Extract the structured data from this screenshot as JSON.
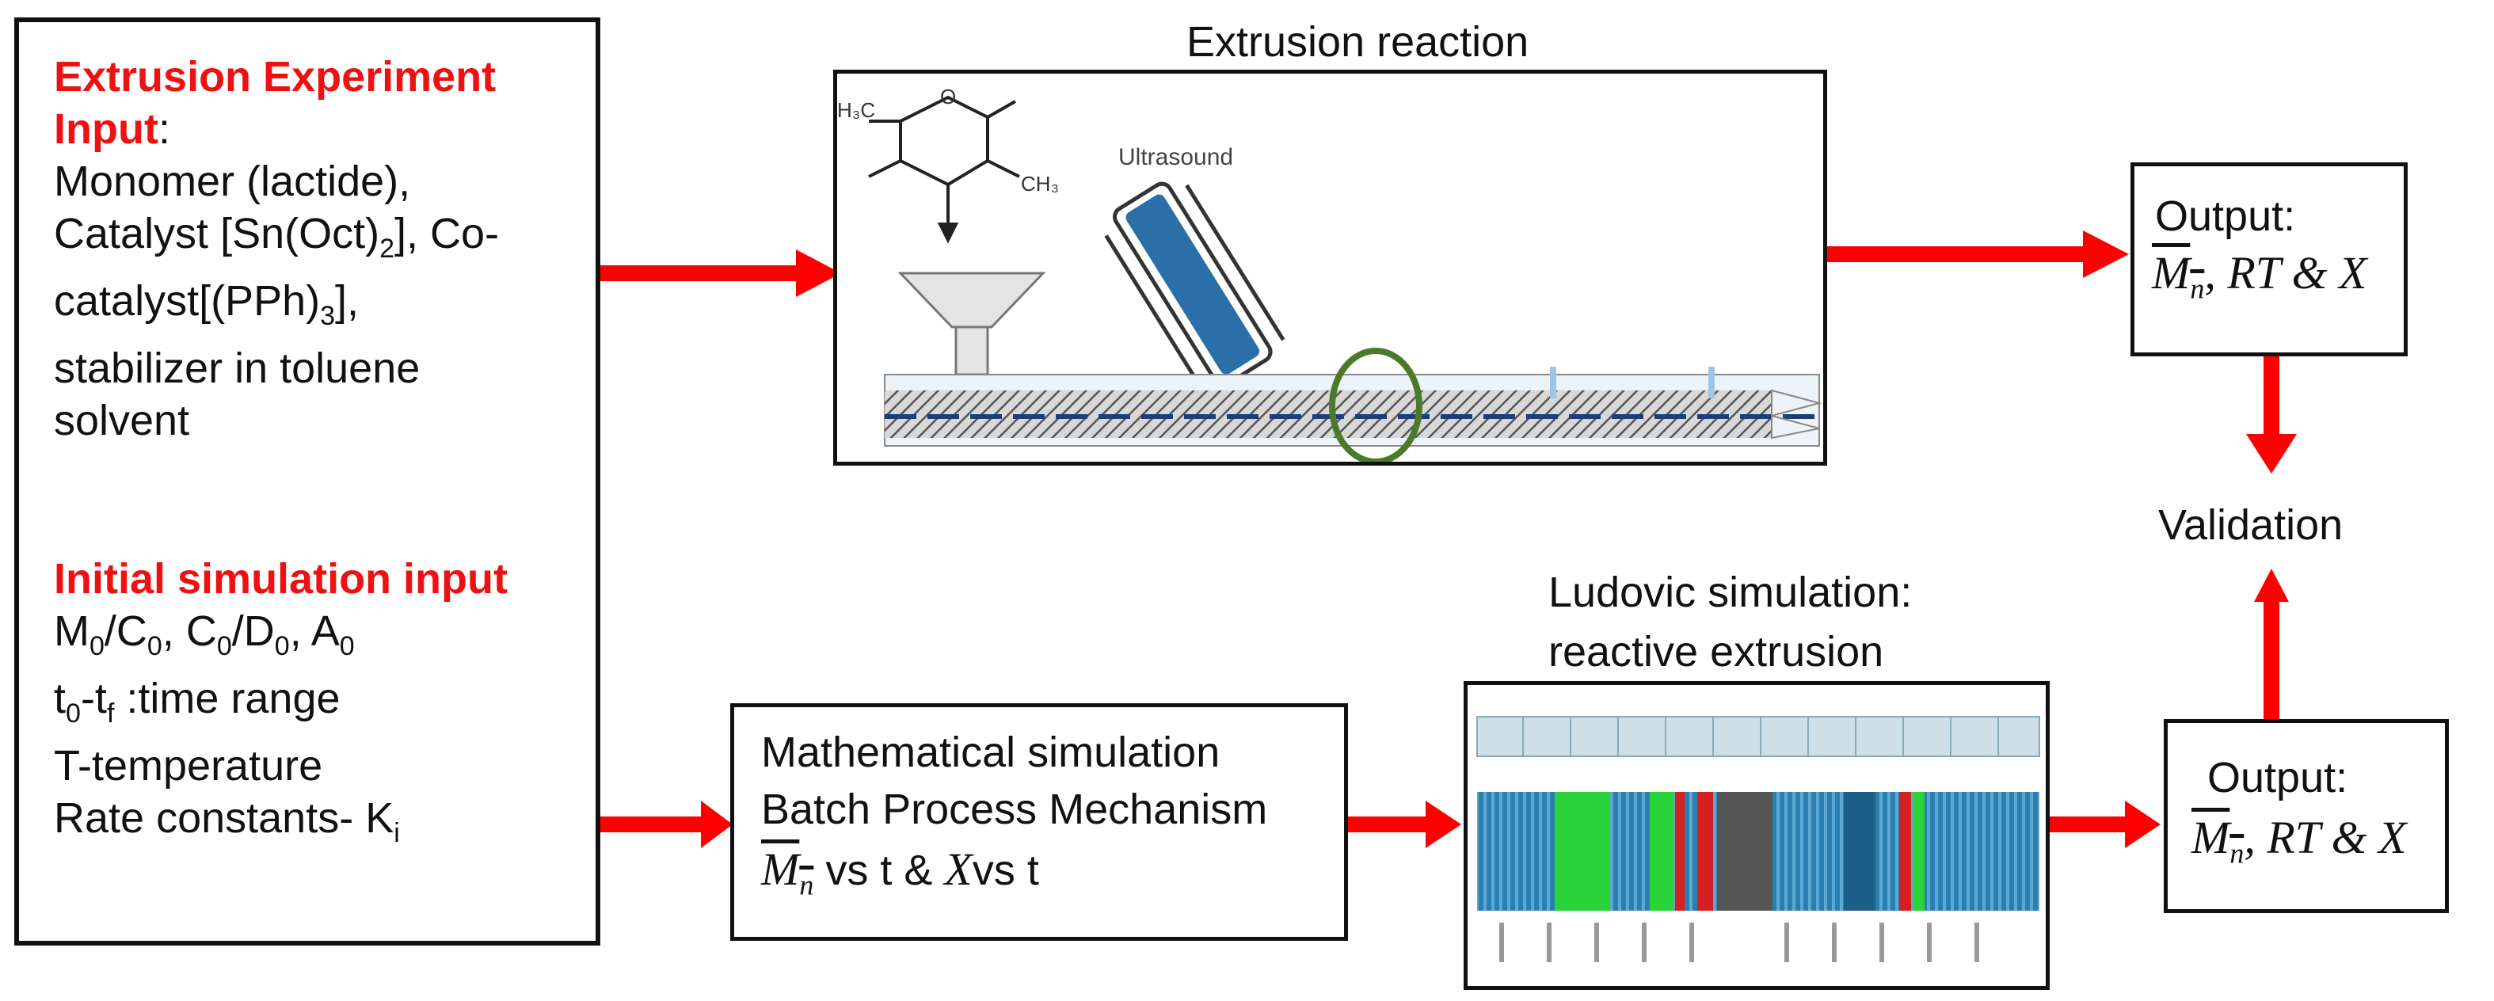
{
  "input_box": {
    "exp_heading_line1": "Extrusion Experiment",
    "exp_heading_line2": "Input",
    "exp_heading_colon": ":",
    "exp_lines": [
      "Monomer (lactide),",
      "Catalyst [Sn(Oct)",
      "2",
      "], Co-",
      "catalyst[(PPh)",
      "3",
      "],",
      "stabilizer in toluene",
      "solvent"
    ],
    "sim_heading": "Initial simulation input",
    "sim_l1": {
      "a": "M",
      "a_sub": "0",
      "b": "/C",
      "b_sub": "0",
      "c": ", C",
      "c_sub": "0",
      "d": "/D",
      "d_sub": "0",
      "e": ", A",
      "e_sub": "0"
    },
    "sim_l2": {
      "a": "t",
      "a_sub": "0",
      "b": "-t",
      "b_sub": "f",
      "c": " :time range"
    },
    "sim_l3": "T-temperature",
    "sim_l4": {
      "a": "Rate constants- K",
      "a_sub": "i"
    }
  },
  "extrusion": {
    "title": "Extrusion reaction",
    "ultrasound_label": "Ultrasound",
    "ch3_left": "H₃C",
    "ch3_right": "CH₃",
    "o_label": "O"
  },
  "output_top": {
    "label": "Output:",
    "mn": "M",
    "mn_sub": "n",
    "rest": ", RT & X"
  },
  "validation": "Validation",
  "math_box": {
    "line1": "Mathematical simulation",
    "line2": "Batch Process Mechanism",
    "mn": "M",
    "mn_sub": "n",
    "vs1": " vs t & ",
    "x": "X",
    "vs2": "vs t"
  },
  "ludovic": {
    "title_line1": "Ludovic simulation:",
    "title_line2": "reactive extrusion"
  },
  "output_bottom": {
    "label": "Output:",
    "mn": "M",
    "mn_sub": "n",
    "rest": ", RT & X"
  },
  "colors": {
    "arrow": "#ff0000",
    "heading": "#ee1111",
    "screw": "#2a7fb0",
    "green_ring": "#4d7a2a"
  }
}
